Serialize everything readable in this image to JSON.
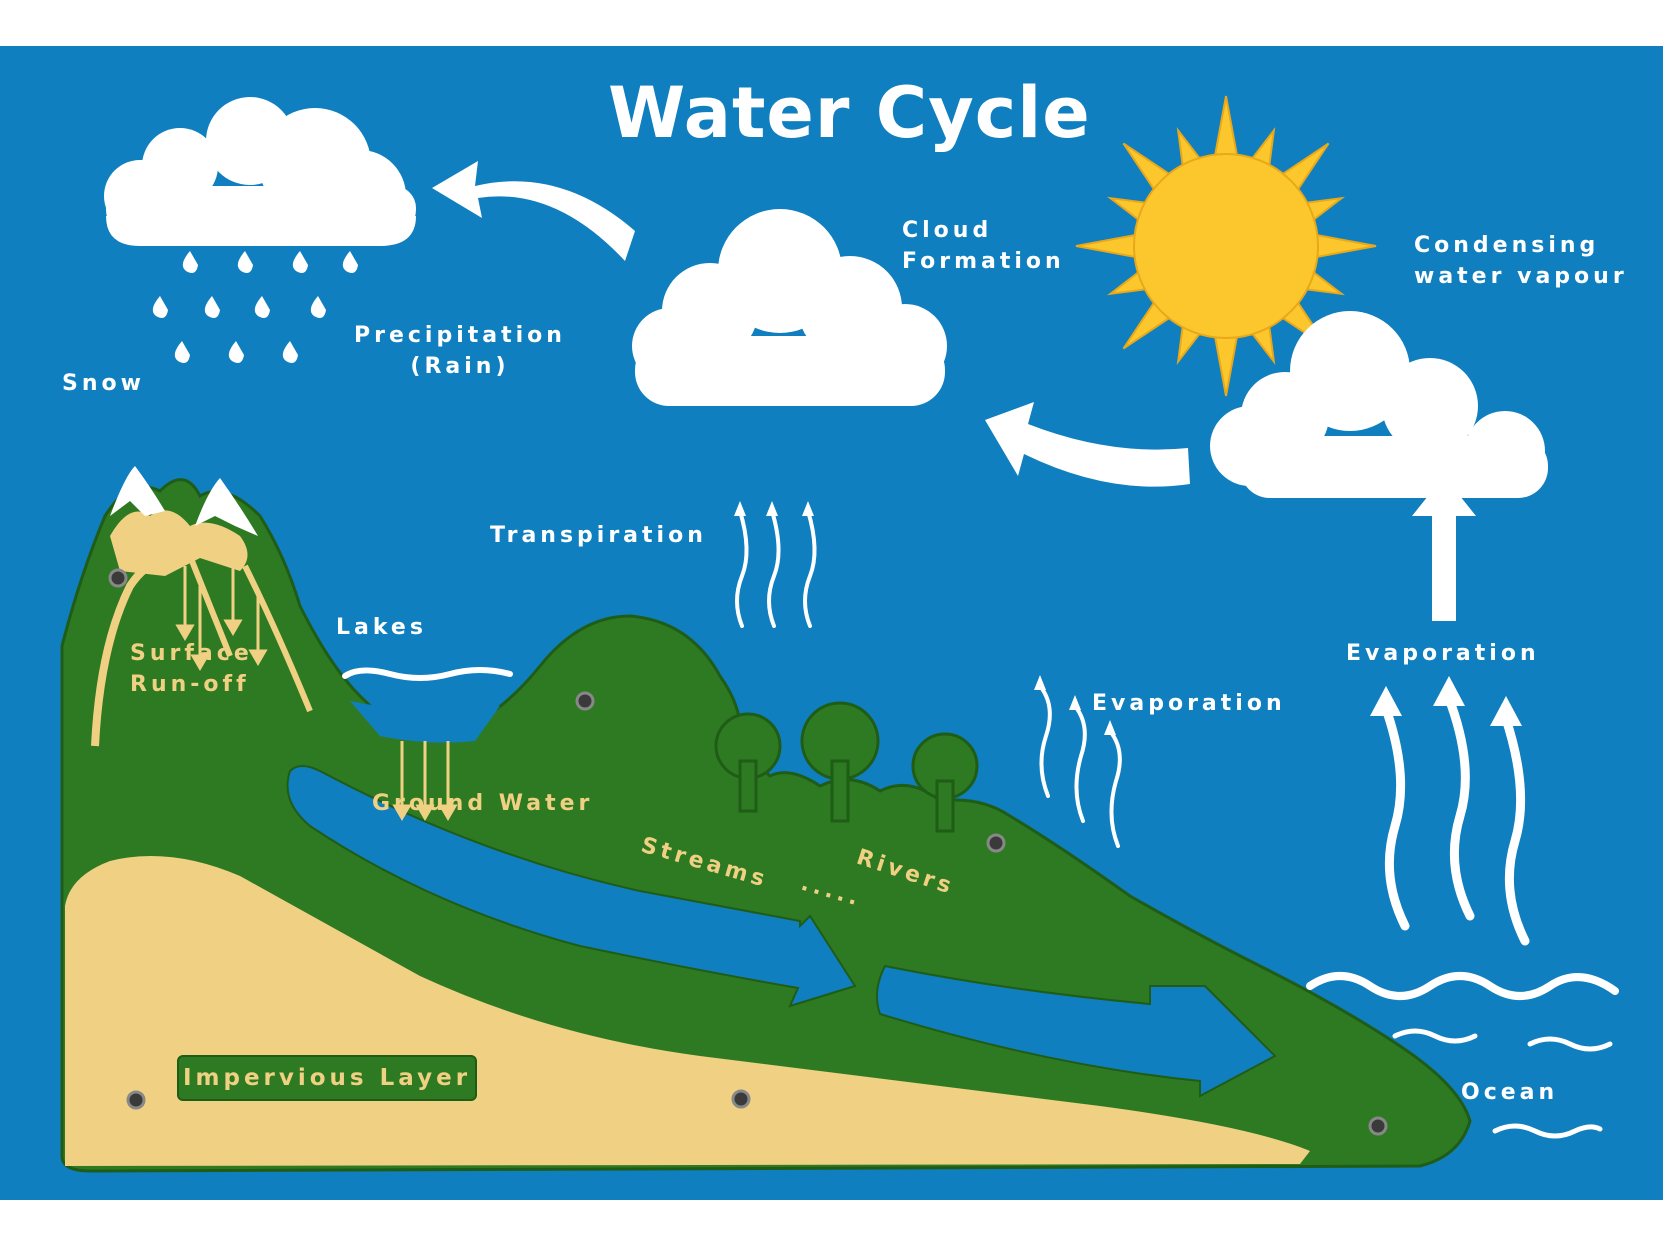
{
  "title": "Water Cycle",
  "labels": {
    "cloud_formation": "Cloud\nFormation",
    "condensing": "Condensing\nwater vapour",
    "precipitation": "Precipitation\n(Rain)",
    "snow": "Snow",
    "transpiration": "Transpiration",
    "lakes": "Lakes",
    "surface_runoff": "Surface\nRun-off",
    "ground_water": "Ground Water",
    "streams": "Streams",
    "rivers": "Rivers",
    "evaporation_land": "Evaporation",
    "evaporation_ocean": "Evaporation",
    "ocean": "Ocean",
    "impervious_layer": "Impervious Layer"
  },
  "colors": {
    "sky": "#0f7fbf",
    "land": "#2e7a22",
    "sand": "#f0d183",
    "sun": "#fcc72c",
    "white": "#ffffff"
  }
}
